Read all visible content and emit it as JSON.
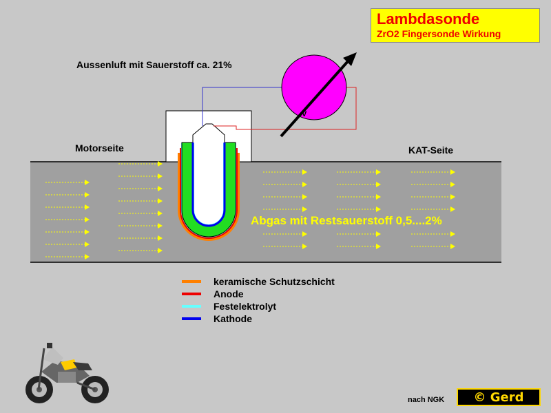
{
  "title": {
    "main": "Lambdasonde",
    "sub": "ZrO2 Fingersonde Wirkung"
  },
  "labels": {
    "aussenluft": "Aussenluft mit Sauerstoff ca. 21%",
    "motorseite": "Motorseite",
    "katseite": "KAT-Seite",
    "abgas": "Abgas mit Restsauerstoff 0,5....2%",
    "voltmeter": "V"
  },
  "legend": [
    {
      "label": "keramische Schutzschicht",
      "color": "#ff8000"
    },
    {
      "label": "Anode",
      "color": "#ee0000"
    },
    {
      "label": "Festelektrolyt",
      "color": "#66ffff"
    },
    {
      "label": "Kathode",
      "color": "#0000ee"
    }
  ],
  "colors": {
    "background": "#c8c8c8",
    "exhaust_pipe": "#a0a0a0",
    "flow_arrow": "#ffff00",
    "voltmeter": "#ff00ff",
    "electrolyte": "#22dd22",
    "sensor_body": "#ffffff",
    "wire_cathode": "#0000ee",
    "wire_anode": "#ee0000"
  },
  "credit": {
    "source": "nach NGK",
    "copyright": "© Gerd"
  },
  "icons": [
    "voltmeter-icon",
    "motorcycle-icon",
    "flow-arrow-icon"
  ]
}
